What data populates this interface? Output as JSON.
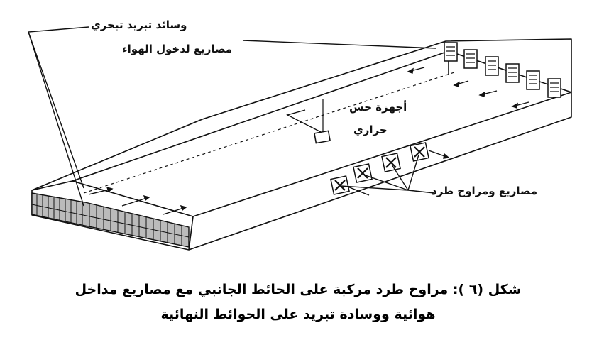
{
  "labels": {
    "cooling_pads": "وسائد تبريد تبخري",
    "inlet_openings": "مصاريع لدخول الهواء",
    "thermal_sensors_line1": "أجهزة حس",
    "thermal_sensors_line2": "حراري",
    "exhaust_fans": "مصاريع ومراوح طرد"
  },
  "caption": {
    "line1": "شكل (٦ ): مراوح طرد مركبة على الحائط الجانبي مع مصاريع مداخل",
    "line2": "هوائية ووسادة تبريد على الحوائط النهائية"
  }
}
